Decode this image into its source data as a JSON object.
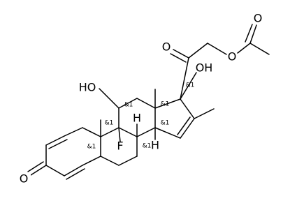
{
  "atoms": {
    "O_ketone3": "O",
    "F9": "F",
    "OH11": "HO",
    "H8": "H",
    "H14": "H",
    "OH17": "OH",
    "O20": "O",
    "O_ester": "O",
    "O_acetyl": "O"
  },
  "stereo": {
    "s10": "&1",
    "s9": "&1",
    "s11": "&1",
    "s8": "&1",
    "s13": "&1",
    "s14": "&1",
    "s17": "&1"
  }
}
